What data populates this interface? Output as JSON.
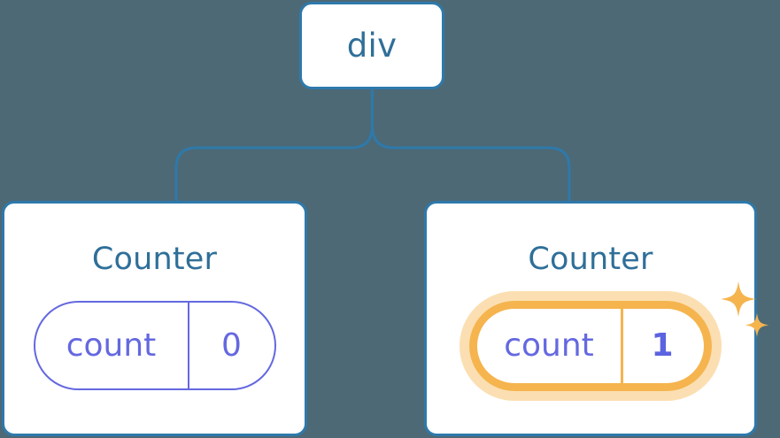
{
  "diagram": {
    "type": "component-tree",
    "background_color": "#4d6975",
    "accent_node_color": "#2e79ab",
    "accent_text_color": "#2f6f99",
    "state_color": "#6468e0",
    "highlight_color": "#f5b44e",
    "highlight_glow_color": "#fbdfb2"
  },
  "root": {
    "tag": "div"
  },
  "children": [
    {
      "title": "Counter",
      "state": {
        "key": "count",
        "value": "0"
      },
      "highlighted": false
    },
    {
      "title": "Counter",
      "state": {
        "key": "count",
        "value": "1"
      },
      "highlighted": true,
      "sparkle_count": 2
    }
  ]
}
